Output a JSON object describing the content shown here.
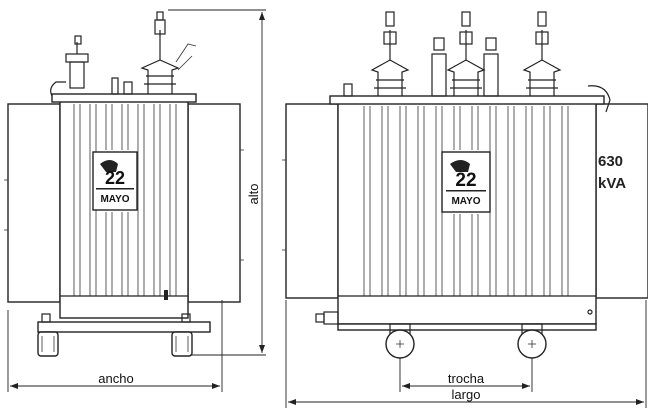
{
  "dimensions": {
    "height_label": "alto",
    "width_label": "ancho",
    "length_label": "largo",
    "track_label": "trocha"
  },
  "rating": {
    "value": "630",
    "unit": "kVA"
  },
  "logo": {
    "number": "22",
    "brand": "MAYO"
  }
}
